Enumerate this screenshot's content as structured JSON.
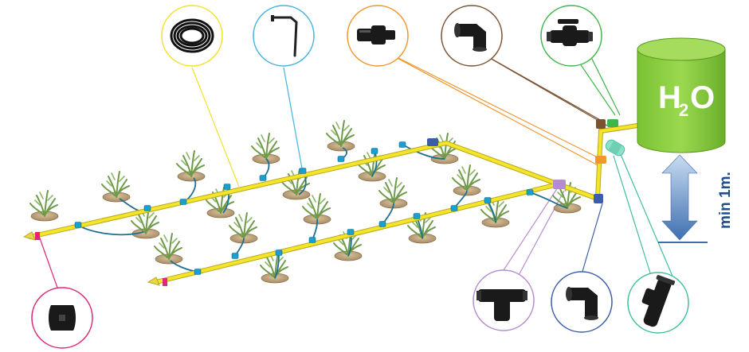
{
  "tank": {
    "label_h": "H",
    "label_sub": "2",
    "label_o": "O",
    "color": "#8ccf3f"
  },
  "height_note": {
    "text": "min 1m.",
    "arrow_color": "#4f87c7"
  },
  "components": [
    {
      "id": "hose-coil",
      "icon": "coiled-hose-icon",
      "ring_color": "#f2e22c"
    },
    {
      "id": "dripper-stake",
      "icon": "dripper-stake-icon",
      "ring_color": "#45b3e0"
    },
    {
      "id": "adapter",
      "icon": "adapter-fitting-icon",
      "ring_color": "#f0962c"
    },
    {
      "id": "elbow",
      "icon": "elbow-fitting-icon",
      "ring_color": "#7a5230"
    },
    {
      "id": "valve",
      "icon": "ball-valve-icon",
      "ring_color": "#3fb54a"
    },
    {
      "id": "end-plug",
      "icon": "end-plug-icon",
      "ring_color": "#e0267a"
    },
    {
      "id": "tee",
      "icon": "tee-fitting-icon",
      "ring_color": "#b58ccf"
    },
    {
      "id": "pipe-elbow",
      "icon": "pipe-elbow-icon",
      "ring_color": "#3a5fa8"
    },
    {
      "id": "filter",
      "icon": "inline-filter-icon",
      "ring_color": "#3fbfa0"
    }
  ],
  "colors": {
    "pipe": "#f5e52a",
    "pipe_edge": "#b8a81a",
    "drip_line": "#1f6f8f",
    "soil": "#c9b08a",
    "plant": "#7fa35a"
  }
}
